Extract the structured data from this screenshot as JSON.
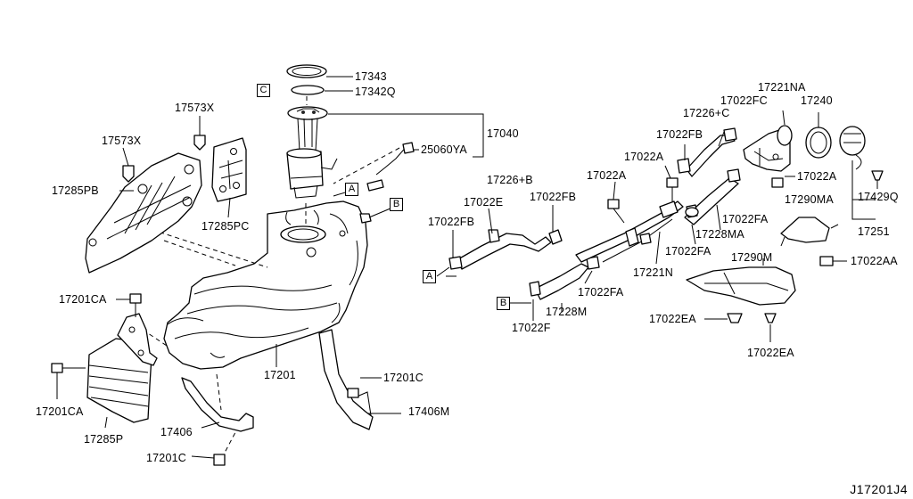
{
  "diagram_code": "J17201J4",
  "markers": {
    "a": "A",
    "b": "B",
    "c": "C"
  },
  "labels": {
    "p17343": "17343",
    "p17342q": "17342Q",
    "p17040": "17040",
    "p25060ya": "25060YA",
    "p17573x_a": "17573X",
    "p17573x_b": "17573X",
    "p17285pb": "17285PB",
    "p17285pc": "17285PC",
    "p17201ca_a": "17201CA",
    "p17201ca_b": "17201CA",
    "p17285p": "17285P",
    "p17406": "17406",
    "p17201c_a": "17201C",
    "p17201": "17201",
    "p17201c_b": "17201C",
    "p17406m": "17406M",
    "p17226b": "17226+B",
    "p17022e": "17022E",
    "p17022fb_a": "17022FB",
    "p17022fb_b": "17022FB",
    "p17022a_a": "17022A",
    "p17022a_b": "17022A",
    "p17022a_c": "17022A",
    "p17022fa_a": "17022FA",
    "p17022f": "17022F",
    "p17228m": "17228M",
    "p17221n": "17221N",
    "p17022fa_b": "17022FA",
    "p17228ma": "17228MA",
    "p17022fa_c": "17022FA",
    "p17226c": "17226+C",
    "p17022fb_c": "17022FB",
    "p17022fc": "17022FC",
    "p17221na": "17221NA",
    "p17240": "17240",
    "p17429q": "17429Q",
    "p17290ma": "17290MA",
    "p17251": "17251",
    "p17290m": "17290M",
    "p17022aa": "17022AA",
    "p17022ea_a": "17022EA",
    "p17022ea_b": "17022EA"
  }
}
